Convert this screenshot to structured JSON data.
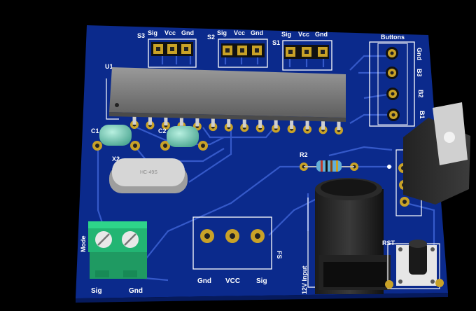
{
  "colors": {
    "background": "#000000",
    "board": "#0b2a8c",
    "trace": "#3a5fd0",
    "pad": "#c9a227",
    "silkscreen": "#ffffff",
    "chip": "#6e6e6e",
    "terminal": "#22b573",
    "capacitor": "#7fd6c0"
  },
  "board": {
    "servo_headers": [
      {
        "ref": "S3",
        "pins": [
          "Sig",
          "Vcc",
          "Gnd"
        ]
      },
      {
        "ref": "S2",
        "pins": [
          "Sig",
          "Vcc",
          "Gnd"
        ]
      },
      {
        "ref": "S1",
        "pins": [
          "Sig",
          "Vcc",
          "Gnd"
        ]
      }
    ],
    "buttons_header": {
      "title": "Buttons",
      "pins": [
        "Gnd",
        "B3",
        "B2",
        "B1"
      ]
    },
    "ic": {
      "ref": "U1"
    },
    "capacitors": [
      {
        "ref": "C1"
      },
      {
        "ref": "C2"
      }
    ],
    "crystal": {
      "ref": "X2",
      "marking": "HC-49S"
    },
    "resistor": {
      "ref": "R2"
    },
    "fs_header": {
      "ref": "FS",
      "pins": [
        "Gnd",
        "VCC",
        "Sig"
      ]
    },
    "mode_terminal": {
      "label": "Mode",
      "pins": [
        "Sig",
        "Gnd"
      ]
    },
    "power_jack": {
      "label": "12V Input"
    },
    "reset_button": {
      "label": "RST"
    }
  }
}
